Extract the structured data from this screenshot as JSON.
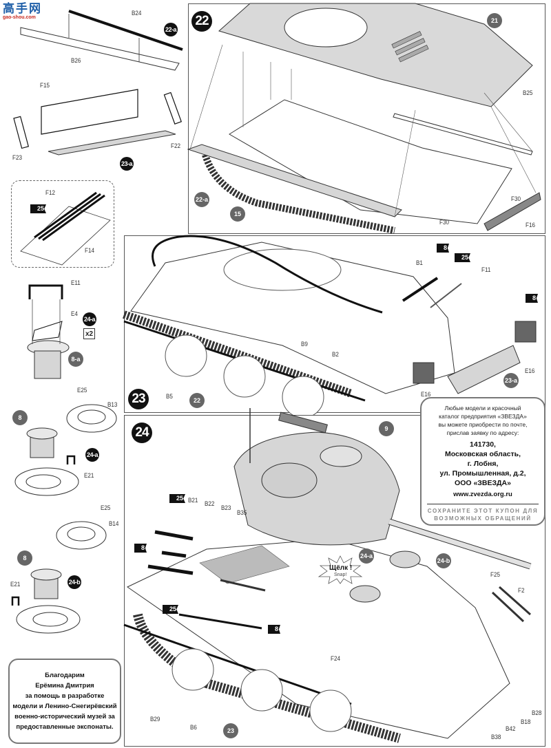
{
  "watermark": {
    "logo_text": "高手网",
    "url": "gao-shou.com"
  },
  "steps": [
    {
      "number": "22",
      "sub_assembly_label": "22-a"
    },
    {
      "number": "23",
      "sub_assembly_label": "23-a"
    },
    {
      "number": "24",
      "sub_assemblies": [
        "24-a",
        "24-b"
      ]
    }
  ],
  "left_column": {
    "assembly_22a": {
      "badge": "22-a",
      "parts": [
        "B24",
        "B26"
      ]
    },
    "assembly_23a": {
      "badge": "23-a",
      "parts": [
        "F15",
        "F22",
        "F23"
      ],
      "detail_parts": [
        "F12",
        "F14"
      ],
      "detail_paint": "25"
    },
    "assembly_24a_hatch": {
      "badge": "24-a",
      "multiplier": "x2",
      "parts": [
        "E11",
        "E4"
      ],
      "ref": "8-a"
    },
    "assembly_24a": {
      "badge": "24-a",
      "parts": [
        "E25",
        "B13",
        "E21"
      ],
      "ref": "8"
    },
    "assembly_24b": {
      "badge": "24-b",
      "parts": [
        "E25",
        "B14",
        "E21"
      ],
      "ref": "8"
    }
  },
  "step22": {
    "number": "22",
    "refs": [
      "21",
      "22-a",
      "15"
    ],
    "parts": [
      "B25",
      "F30",
      "F30",
      "F16"
    ]
  },
  "step23": {
    "number": "23",
    "refs": [
      "22",
      "23-a"
    ],
    "parts": [
      "B1",
      "F11",
      "B9",
      "B2",
      "B5",
      "E16",
      "E16"
    ],
    "paint": [
      "8",
      "25",
      "8"
    ]
  },
  "step24": {
    "number": "24",
    "refs": [
      "9",
      "24-a",
      "24-b",
      "23"
    ],
    "parts": [
      "B21",
      "B22",
      "B23",
      "B35",
      "F25",
      "F2",
      "F24",
      "B29",
      "B6",
      "B28",
      "B18",
      "B42",
      "B38"
    ],
    "paint": [
      "25",
      "8",
      "25",
      "8"
    ],
    "snap_text": "Щёлк !",
    "snap_text_en": "Snap!"
  },
  "coupon": {
    "intro_lines": [
      "Любые модели и красочный",
      "каталог предприятия «ЗВЕЗДА»",
      "вы можете приобрести по почте,",
      "прислав заявку по адресу:"
    ],
    "address_lines": [
      "141730,",
      "Московская область,",
      "г. Лобня,",
      "ул. Промышленная, д.2,",
      "ООО «ЗВЕЗДА»"
    ],
    "website": "www.zvezda.org.ru",
    "footer_lines": [
      "СОХРАНИТЕ ЭТОТ КУПОН ДЛЯ",
      "ВОЗМОЖНЫХ ОБРАЩЕНИЙ"
    ]
  },
  "thanks": {
    "lines": [
      "Благодарим",
      "Ерёмина Дмитрия",
      "за помощь в разработке",
      "модели и Ленино-Снегирёвский",
      "военно-исторический музей за",
      "предоставленные экспонаты."
    ]
  },
  "colors": {
    "ink": "#111111",
    "panel_grey": "#d6d6d6",
    "badge_grey": "#666666",
    "frame": "#555555"
  }
}
